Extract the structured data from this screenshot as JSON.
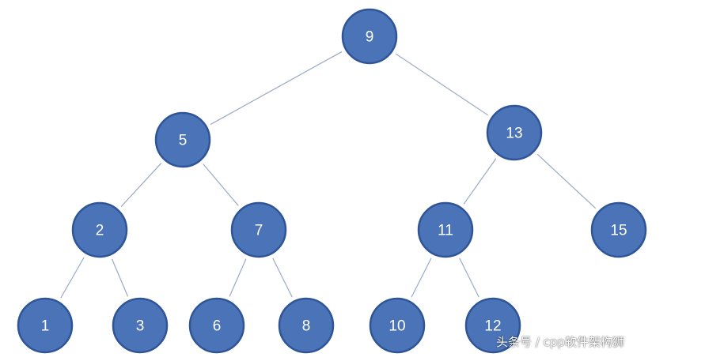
{
  "diagram": {
    "type": "binary-search-tree",
    "nodes": [
      {
        "id": "n9",
        "label": "9"
      },
      {
        "id": "n5",
        "label": "5"
      },
      {
        "id": "n13",
        "label": "13"
      },
      {
        "id": "n2",
        "label": "2"
      },
      {
        "id": "n7",
        "label": "7"
      },
      {
        "id": "n11",
        "label": "11"
      },
      {
        "id": "n15",
        "label": "15"
      },
      {
        "id": "n1",
        "label": "1"
      },
      {
        "id": "n3",
        "label": "3"
      },
      {
        "id": "n6",
        "label": "6"
      },
      {
        "id": "n8",
        "label": "8"
      },
      {
        "id": "n10",
        "label": "10"
      },
      {
        "id": "n12",
        "label": "12"
      }
    ],
    "edges": [
      {
        "from": "n9",
        "to": "n5"
      },
      {
        "from": "n9",
        "to": "n13"
      },
      {
        "from": "n5",
        "to": "n2"
      },
      {
        "from": "n5",
        "to": "n7"
      },
      {
        "from": "n13",
        "to": "n11"
      },
      {
        "from": "n13",
        "to": "n15"
      },
      {
        "from": "n2",
        "to": "n1"
      },
      {
        "from": "n2",
        "to": "n3"
      },
      {
        "from": "n7",
        "to": "n6"
      },
      {
        "from": "n7",
        "to": "n8"
      },
      {
        "from": "n11",
        "to": "n10"
      },
      {
        "from": "n11",
        "to": "n12"
      }
    ],
    "colors": {
      "node_fill": "#4a73b8",
      "node_border": "#2f5597",
      "edge": "#9aa9c6",
      "label": "#ffffff"
    }
  },
  "watermark": {
    "text": "头条号 / cpp软件架构狮"
  }
}
